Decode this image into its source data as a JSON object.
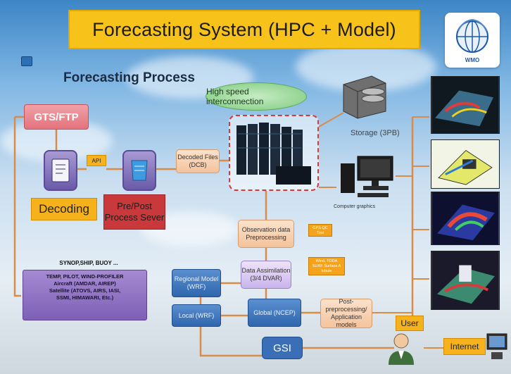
{
  "header": {
    "title": "Forecasting System (HPC + Model)",
    "logo_text": "WMO"
  },
  "section_title": "Forecasting Process",
  "nodes": {
    "gts": "GTS/FTP",
    "api": "API",
    "decoding": "Decoding",
    "prepost": "Pre/Post Process Sever",
    "decoded_files": "Decoded Files (DCB)",
    "hs_interconnect": "High speed interconnection",
    "storage": "Storage (3PB)",
    "computer_graphics": "Computer graphics",
    "obs_preprocessing": "Observation data Preprocessing",
    "gps_note": "GPS QC Tool",
    "data_assimilation": "Data Assimilation (3/4 DVAR)",
    "wind_note": "Wind, TODA SURF Surface A tubule",
    "regional": "Regional Model (WRF)",
    "local": "Local (WRF)",
    "global": "Global (NCEP)",
    "post": "Post-preprocessing/ Application models",
    "gsi": "GSI",
    "user": "User",
    "internet": "Internet"
  },
  "obs_types": {
    "header": "SYNOP,SHIP, BUOY ...",
    "lines": [
      "TEMP, PILOT, WIND-PROFILER",
      "Aircraft (AMDAR, AIREP)",
      "Satellite (ATOVS, AIRS, IASI,",
      "SSMI, HIMAWARI, Etc.)"
    ]
  },
  "colors": {
    "title_banner": "#f7c21a",
    "edge": "#d98b4a",
    "hpc_frame": "#d63a3a",
    "model_blue": "#3a6fb8",
    "obs_purple": "#7d60b6"
  },
  "icons": [
    "wmo-logo",
    "document-icon",
    "server-icon",
    "storage-disk-icon",
    "hpc-rack-icon",
    "computer-monitor-icon",
    "user-icon",
    "internet-icon"
  ]
}
